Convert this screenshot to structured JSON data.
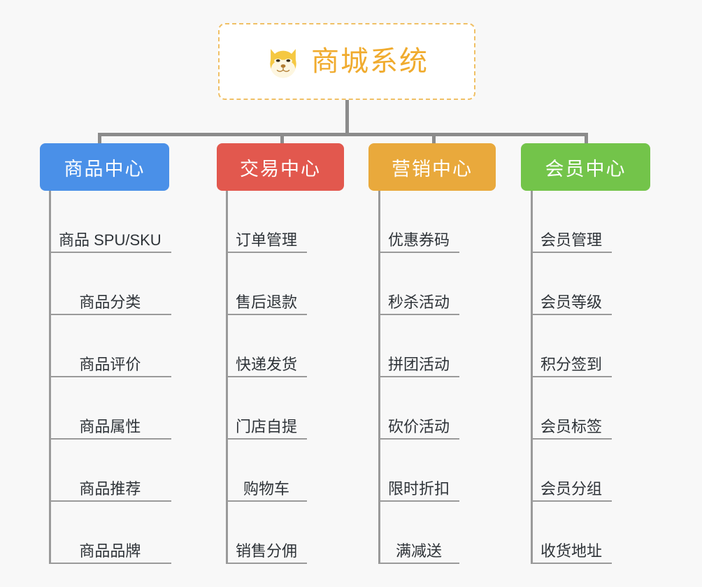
{
  "root": {
    "title": "商城系统",
    "icon": "shiba-dog-icon",
    "accent_color": "#f0ab2e",
    "border_color": "#f0c066",
    "background": "#ffffff"
  },
  "canvas": {
    "background_color": "#f8f8f8",
    "connector_color": "#8c8c8c"
  },
  "branches": [
    {
      "label": "商品中心",
      "color": "#4a90e8",
      "items": [
        "商品 SPU/SKU",
        "商品分类",
        "商品评价",
        "商品属性",
        "商品推荐",
        "商品品牌"
      ]
    },
    {
      "label": "交易中心",
      "color": "#e2584e",
      "items": [
        "订单管理",
        "售后退款",
        "快递发货",
        "门店自提",
        "购物车",
        "销售分佣"
      ]
    },
    {
      "label": "营销中心",
      "color": "#e9a93c",
      "items": [
        "优惠券码",
        "秒杀活动",
        "拼团活动",
        "砍价活动",
        "限时折扣",
        "满减送"
      ]
    },
    {
      "label": "会员中心",
      "color": "#73c44a",
      "items": [
        "会员管理",
        "会员等级",
        "积分签到",
        "会员标签",
        "会员分组",
        "收货地址"
      ]
    }
  ]
}
